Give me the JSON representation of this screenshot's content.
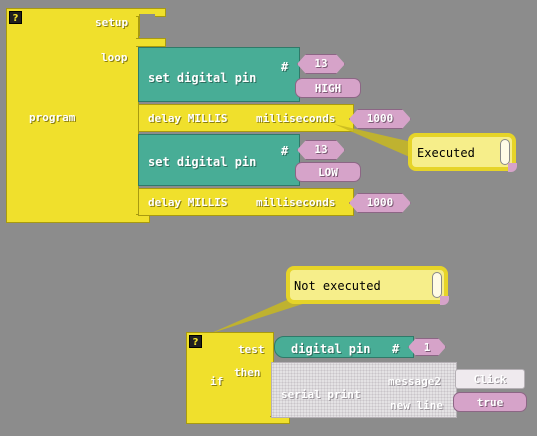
{
  "program_block": {
    "help": "?",
    "label": "program",
    "setup_label": "setup",
    "loop_label": "loop"
  },
  "loop_statements": [
    {
      "label": "set digital pin",
      "hash": "#",
      "pin": "13",
      "value": "HIGH"
    },
    {
      "label": "delay MILLIS",
      "unit": "milliseconds",
      "value": "1000"
    },
    {
      "label": "set digital pin",
      "hash": "#",
      "pin": "13",
      "value": "LOW"
    },
    {
      "label": "delay MILLIS",
      "unit": "milliseconds",
      "value": "1000"
    }
  ],
  "comments": {
    "executed": "Executed",
    "not_executed": "Not executed"
  },
  "if_block": {
    "help": "?",
    "label": "if",
    "test_label": "test",
    "then_label": "then",
    "condition": {
      "label": "digital pin",
      "hash": "#",
      "pin": "1"
    },
    "then_statement": {
      "label": "serial print",
      "message_label": "message2",
      "message_value": "Click",
      "newline_label": "new line",
      "newline_value": "true"
    }
  },
  "colors": {
    "background": "#8c8c8c",
    "control_yellow": "#f0e02c",
    "io_teal": "#48ad96",
    "value_pink": "#d6a3c9",
    "comment_fill": "#f6ee8a"
  }
}
